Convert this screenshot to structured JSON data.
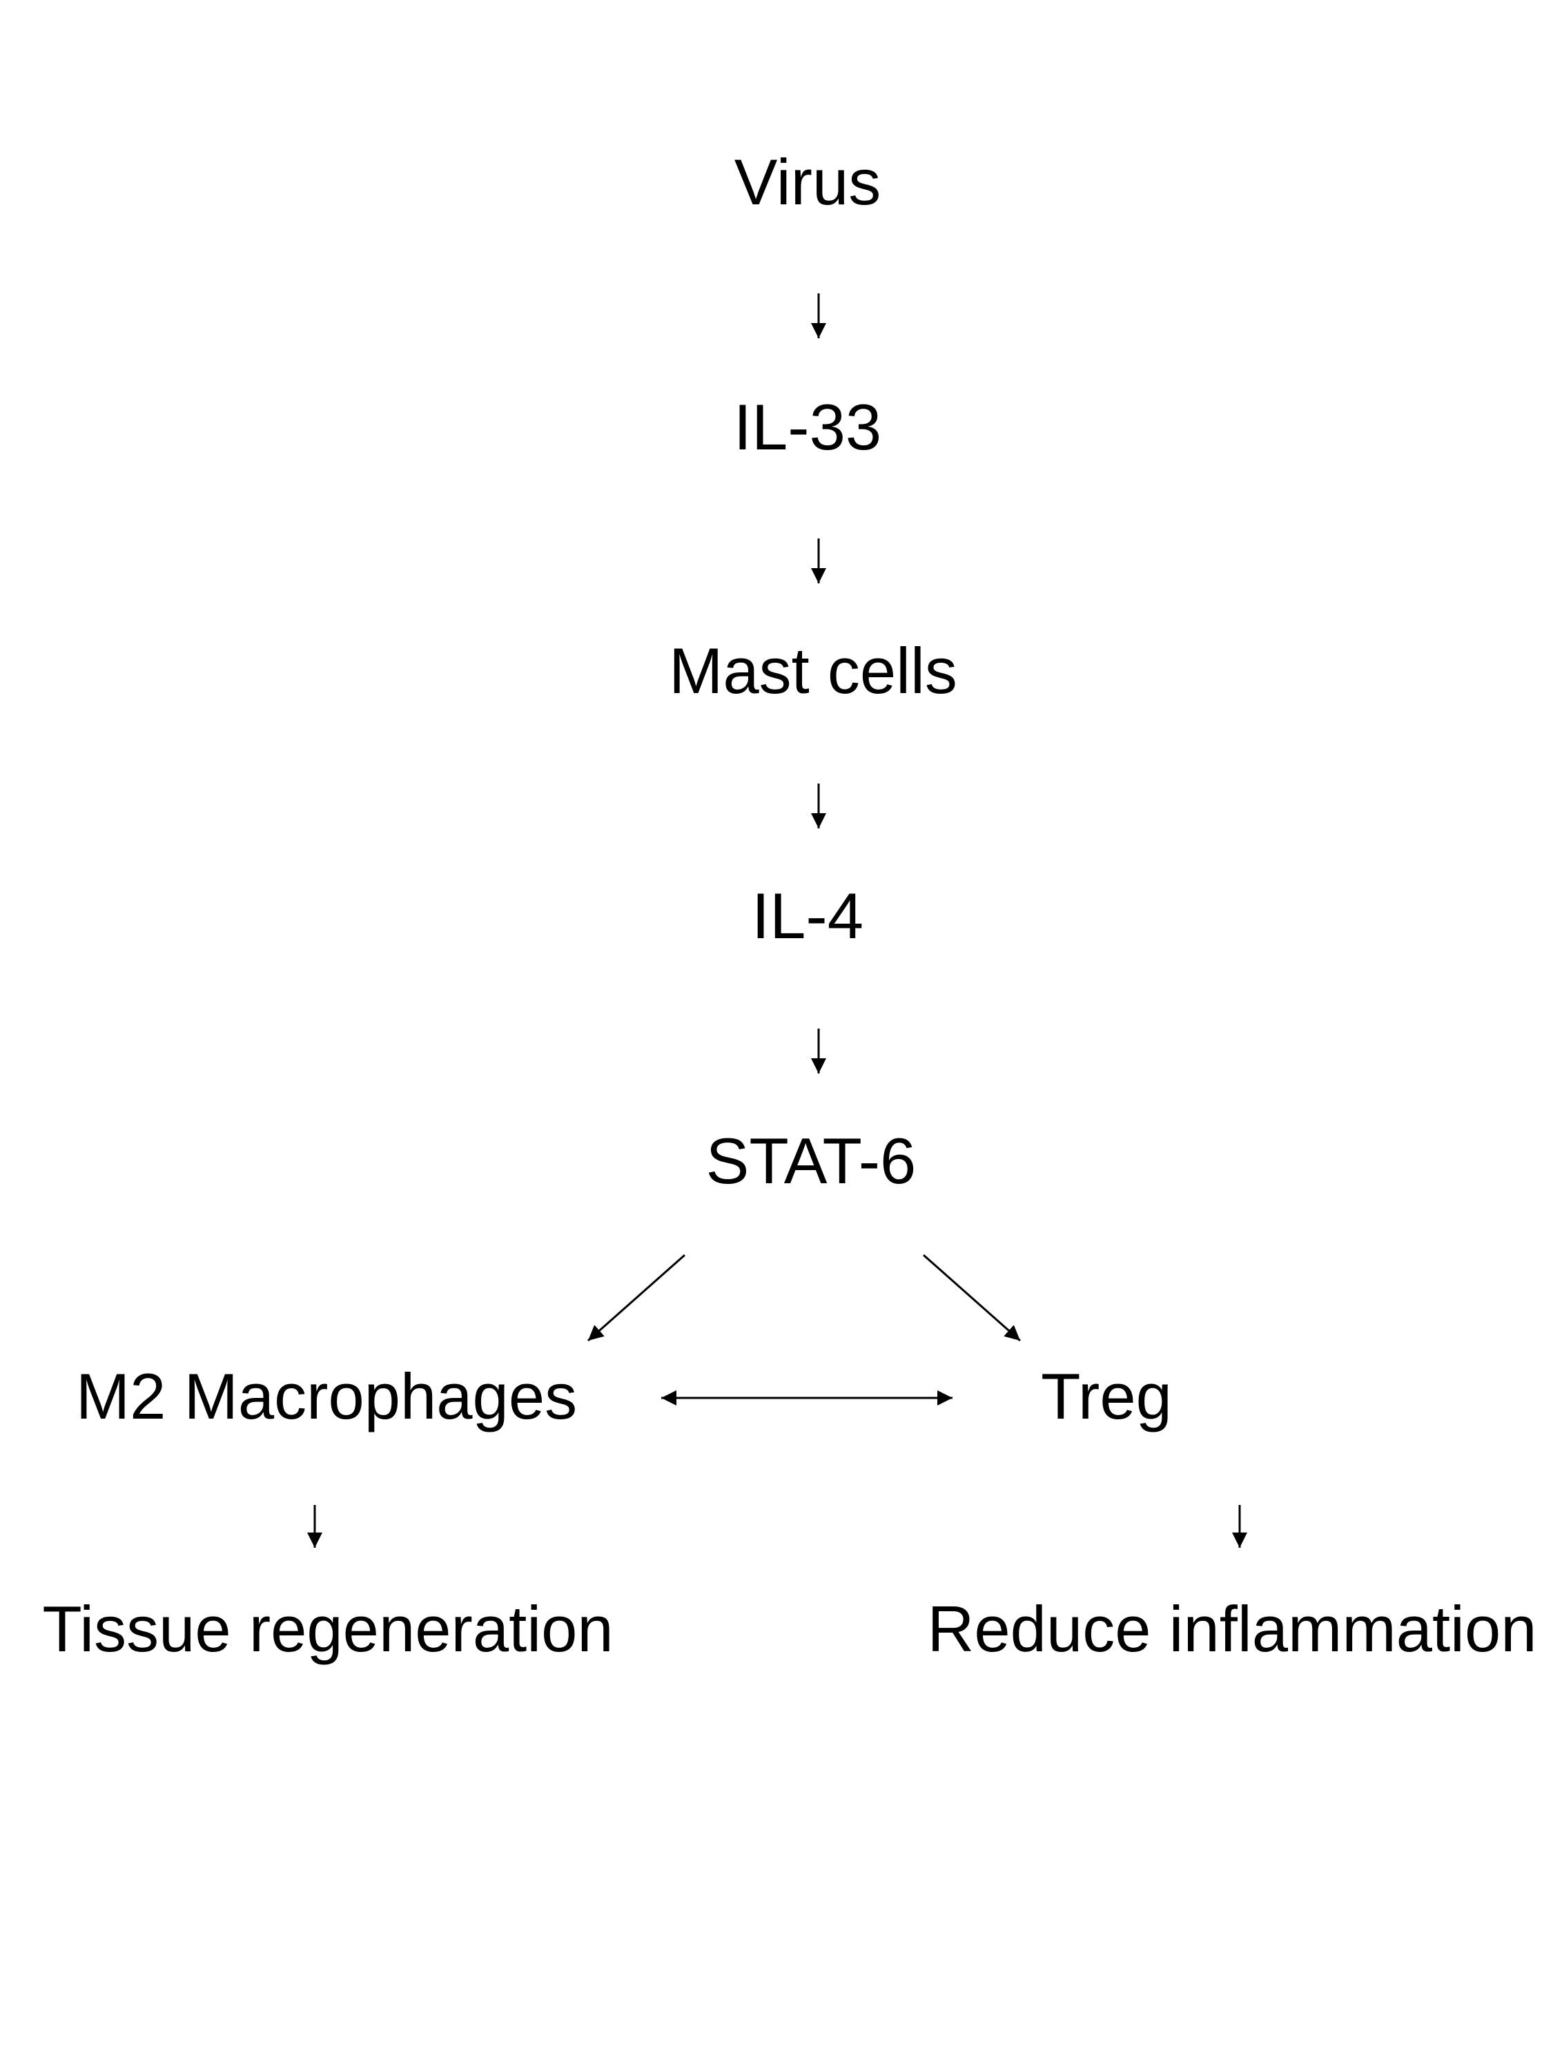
{
  "nodes": {
    "virus": "Virus",
    "il33": "IL-33",
    "mast_cells": "Mast cells",
    "il4": "IL-4",
    "stat6": "STAT-6",
    "m2_macrophages": "M2 Macrophages",
    "treg": "Treg",
    "tissue_regeneration": "Tissue regeneration",
    "reduce_inflammation": "Reduce inflammation"
  },
  "edges": [
    {
      "from": "Virus",
      "to": "IL-33"
    },
    {
      "from": "IL-33",
      "to": "Mast cells"
    },
    {
      "from": "Mast cells",
      "to": "IL-4"
    },
    {
      "from": "IL-4",
      "to": "STAT-6"
    },
    {
      "from": "STAT-6",
      "to": "M2 Macrophages"
    },
    {
      "from": "STAT-6",
      "to": "Treg"
    },
    {
      "from": "M2 Macrophages",
      "to": "Treg",
      "bidirectional": true
    },
    {
      "from": "M2 Macrophages",
      "to": "Tissue regeneration"
    },
    {
      "from": "Treg",
      "to": "Reduce inflammation"
    }
  ],
  "colors": {
    "text": "#000000",
    "arrow": "#000000",
    "background": "#ffffff"
  }
}
